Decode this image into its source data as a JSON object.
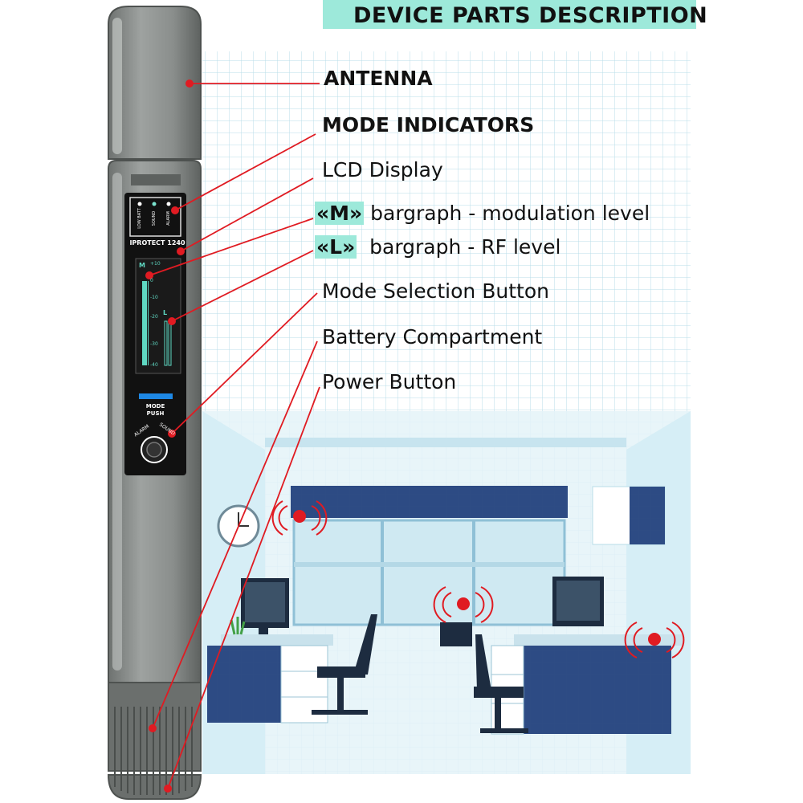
{
  "header": {
    "title": "DEVICE PARTS DESCRIPTION"
  },
  "device": {
    "model": "IPROTECT 1240",
    "indicators": [
      "LOW BATT",
      "SOUND",
      "ALARM"
    ],
    "bargraph_m": "M",
    "bargraph_l": "L",
    "scale": [
      "+10",
      "0",
      "-10",
      "-20",
      "-30",
      "-40"
    ],
    "mode_label": "MODE",
    "push_label": "PUSH",
    "knob_left": "ALARM",
    "knob_right": "SOUND"
  },
  "labels": {
    "antenna": "ANTENNA",
    "mode_indicators": "MODE INDICATORS",
    "lcd_display": "LCD Display",
    "m_key": "«M»",
    "m_text": " bargraph - modulation level",
    "l_key": "«L»",
    "l_text": "  bargraph - RF level",
    "mode_button": "Mode Selection Button",
    "battery": "Battery Compartment",
    "power": "Power Button"
  },
  "colors": {
    "accent": "#9de9da",
    "pointer": "#e01b22",
    "device": "#8e9290",
    "grid": "#b9dde8"
  }
}
